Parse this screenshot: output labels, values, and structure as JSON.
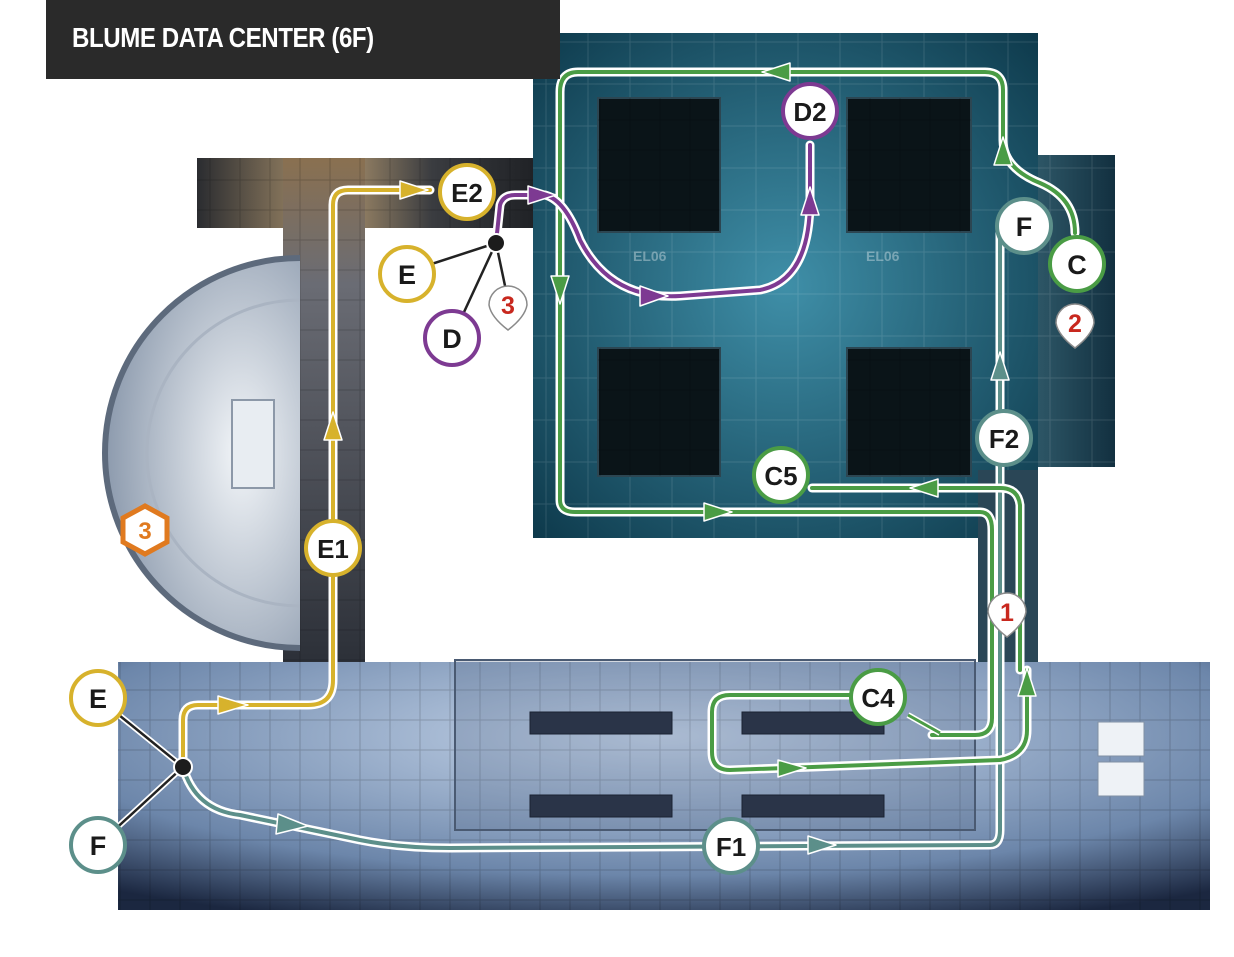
{
  "title": "BLUME DATA CENTER (6F)",
  "floor_labels": [
    "EL06",
    "EL06"
  ],
  "colors": {
    "E": "#d7b22c",
    "D": "#7d3a92",
    "C": "#4a9c45",
    "F": "#5c8f8a",
    "callout_red": "#c8281e",
    "objective_orange": "#e07a1f",
    "title_bg": "#2a2a2a"
  },
  "markers": {
    "e_spawn": "E",
    "f_spawn": "F",
    "e1": "E1",
    "e2": "E2",
    "e_upper": "E",
    "d_spawn": "D",
    "d2": "D2",
    "f_right": "F",
    "c_spawn": "C",
    "f1": "F1",
    "f2": "F2",
    "c4": "C4",
    "c5": "C5"
  },
  "callouts": {
    "pin_1": "1",
    "pin_2": "2",
    "pin_3": "3",
    "objective_3": "3"
  },
  "icons": {
    "pin": "map-pin-icon",
    "hexagon": "hexagon-objective-icon",
    "junction": "junction-dot-icon"
  }
}
